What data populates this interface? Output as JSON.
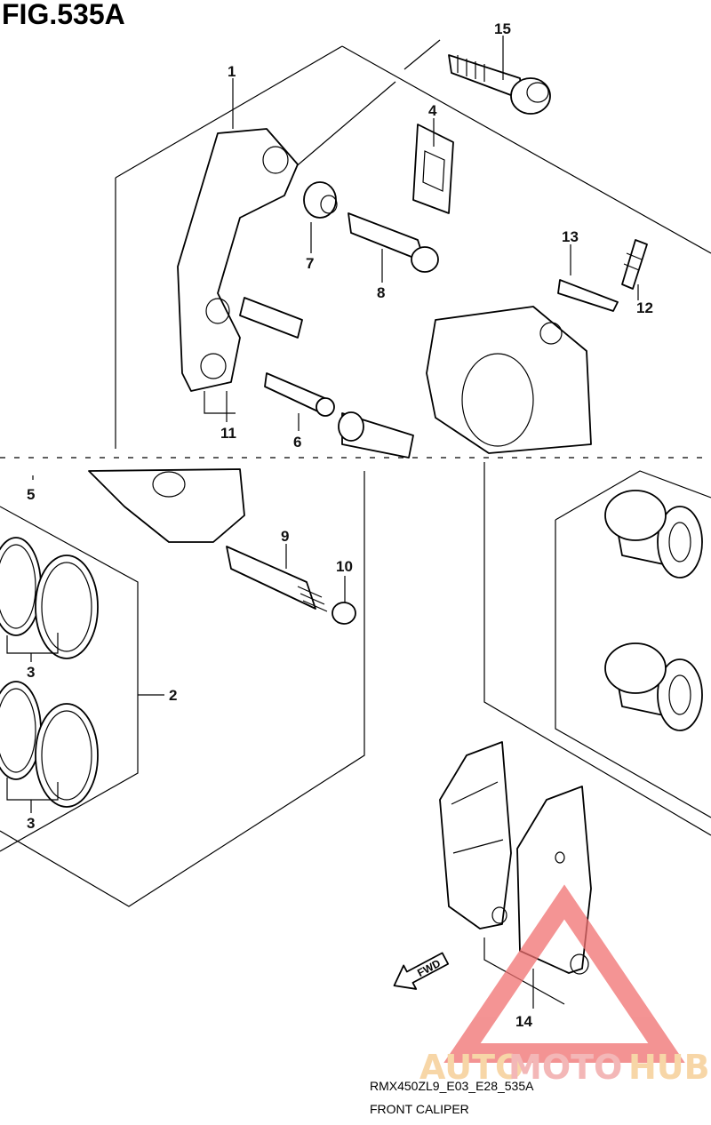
{
  "figure": {
    "title": "FIG.535A",
    "model_code": "RMX450ZL9_E03_E28_535A",
    "name": "FRONT CALIPER",
    "fwd_label": "FWD"
  },
  "callouts": [
    {
      "id": "15",
      "text": "15"
    },
    {
      "id": "1",
      "text": "1"
    },
    {
      "id": "4",
      "text": "4"
    },
    {
      "id": "7",
      "text": "7"
    },
    {
      "id": "8",
      "text": "8"
    },
    {
      "id": "13",
      "text": "13"
    },
    {
      "id": "12",
      "text": "12"
    },
    {
      "id": "11",
      "text": "11"
    },
    {
      "id": "6",
      "text": "6"
    },
    {
      "id": "5",
      "text": "5"
    },
    {
      "id": "9",
      "text": "9"
    },
    {
      "id": "10",
      "text": "10"
    },
    {
      "id": "3a",
      "text": "3"
    },
    {
      "id": "2",
      "text": "2"
    },
    {
      "id": "3b",
      "text": "3"
    },
    {
      "id": "14",
      "text": "14"
    }
  ],
  "watermark": {
    "part1": "AUTO",
    "part2": "MOTO",
    "part3": "HUB",
    "colors": {
      "auto": "#f5c98a",
      "moto": "#f0a0a0",
      "hub": "#f5c98a",
      "triangle": "#f07070"
    }
  }
}
